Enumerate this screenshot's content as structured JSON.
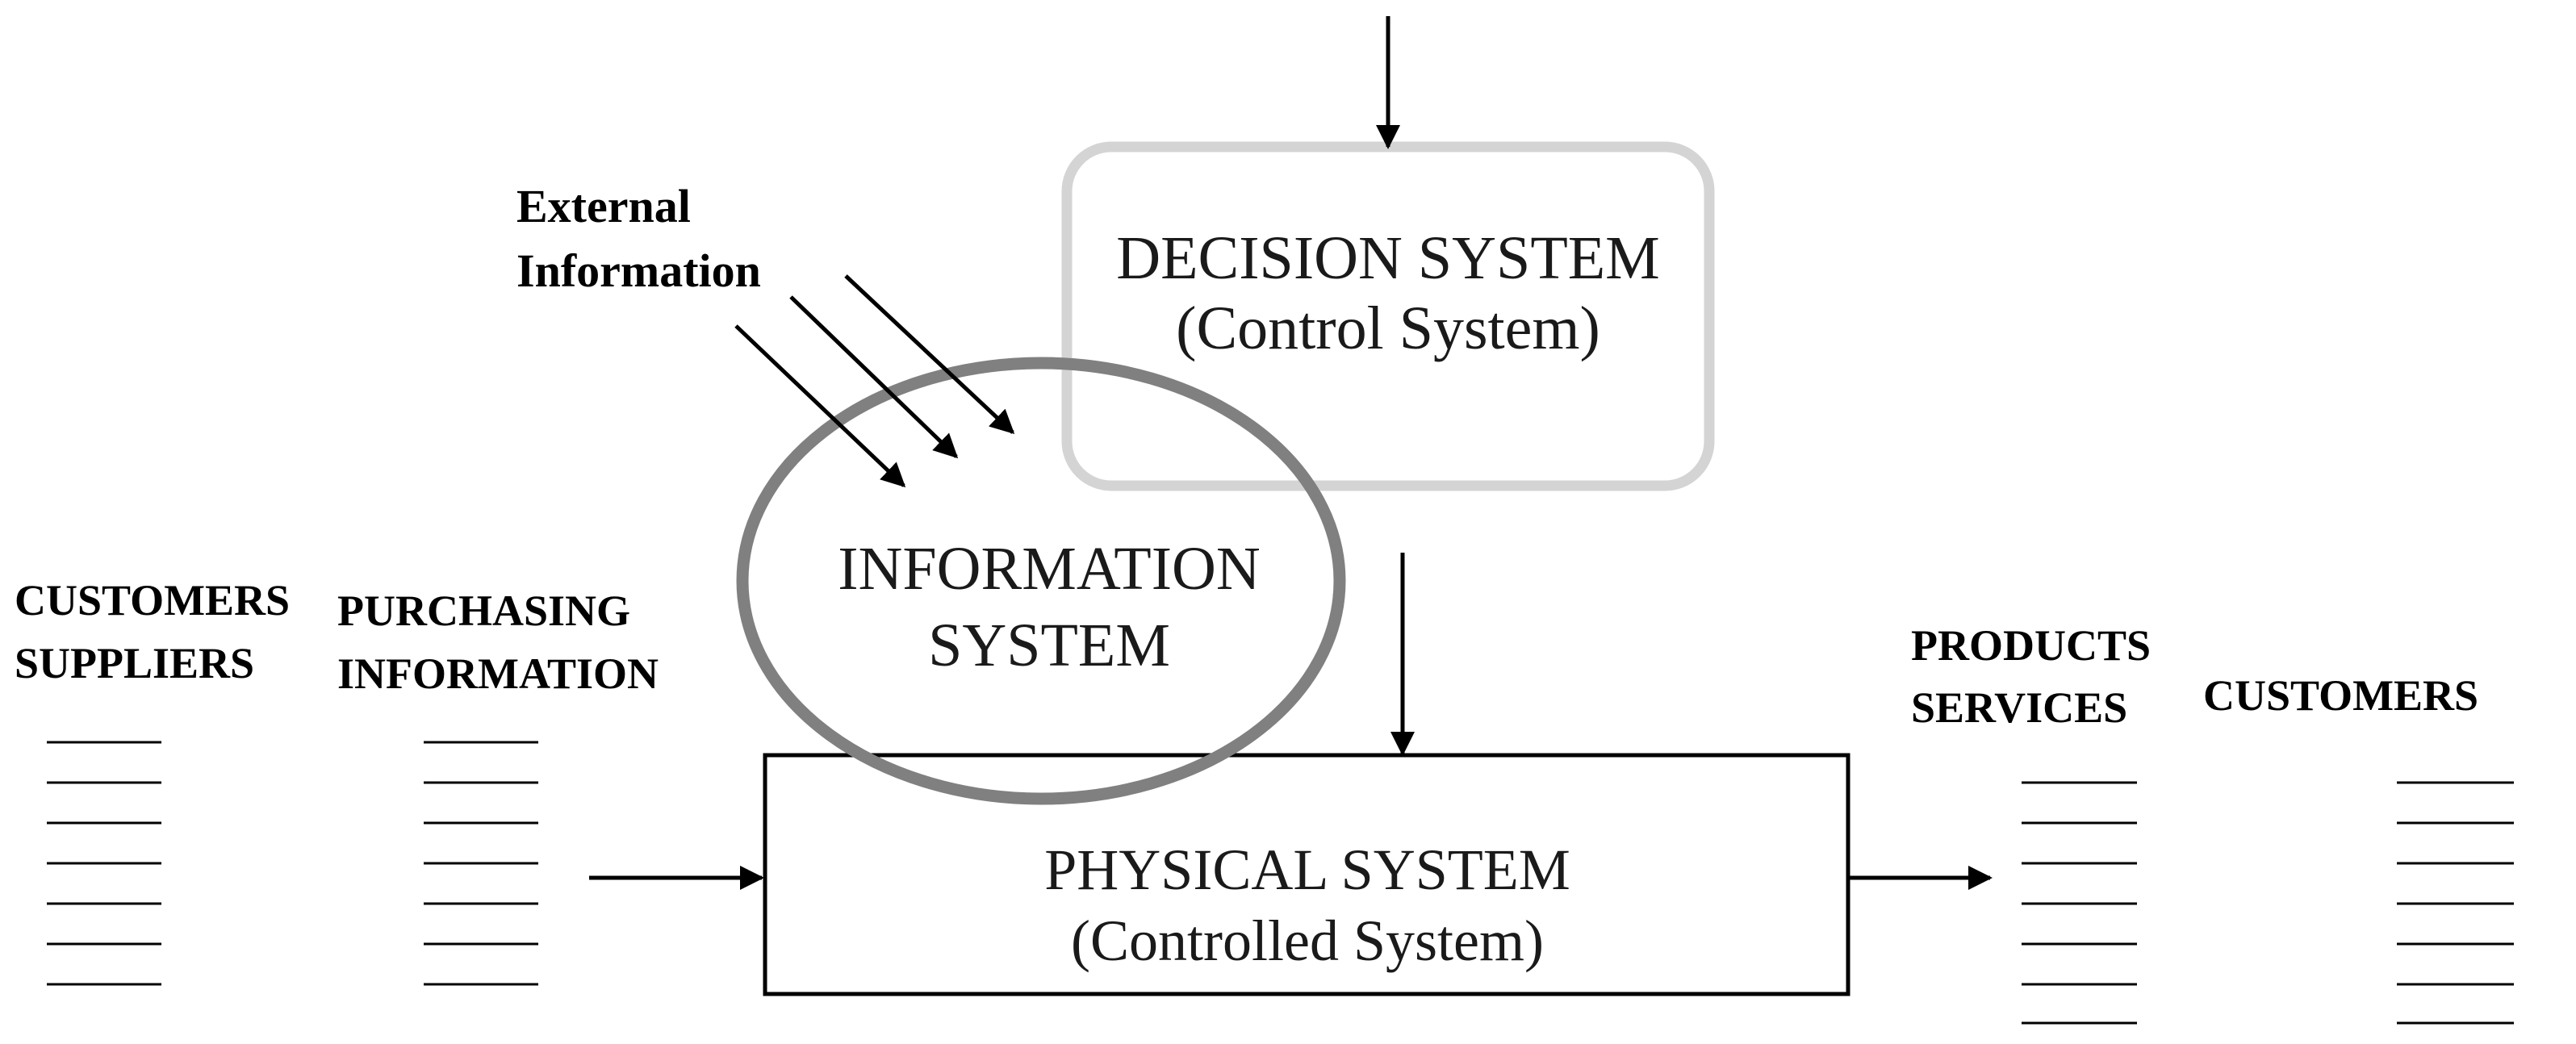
{
  "external_info": [
    "External",
    "Information"
  ],
  "decision_system": {
    "title": "DECISION SYSTEM",
    "subtitle": "(Control System)"
  },
  "information_system": {
    "line1": "INFORMATION",
    "line2": "SYSTEM"
  },
  "physical_system": {
    "title": "PHYSICAL SYSTEM",
    "subtitle": "(Controlled System)"
  },
  "left_columns": {
    "col1": [
      "CUSTOMERS",
      "SUPPLIERS"
    ],
    "col2": [
      "PURCHASING",
      "INFORMATION"
    ]
  },
  "right_columns": {
    "col1": [
      "PRODUCTS",
      "SERVICES"
    ],
    "col2": [
      "CUSTOMERS"
    ]
  }
}
